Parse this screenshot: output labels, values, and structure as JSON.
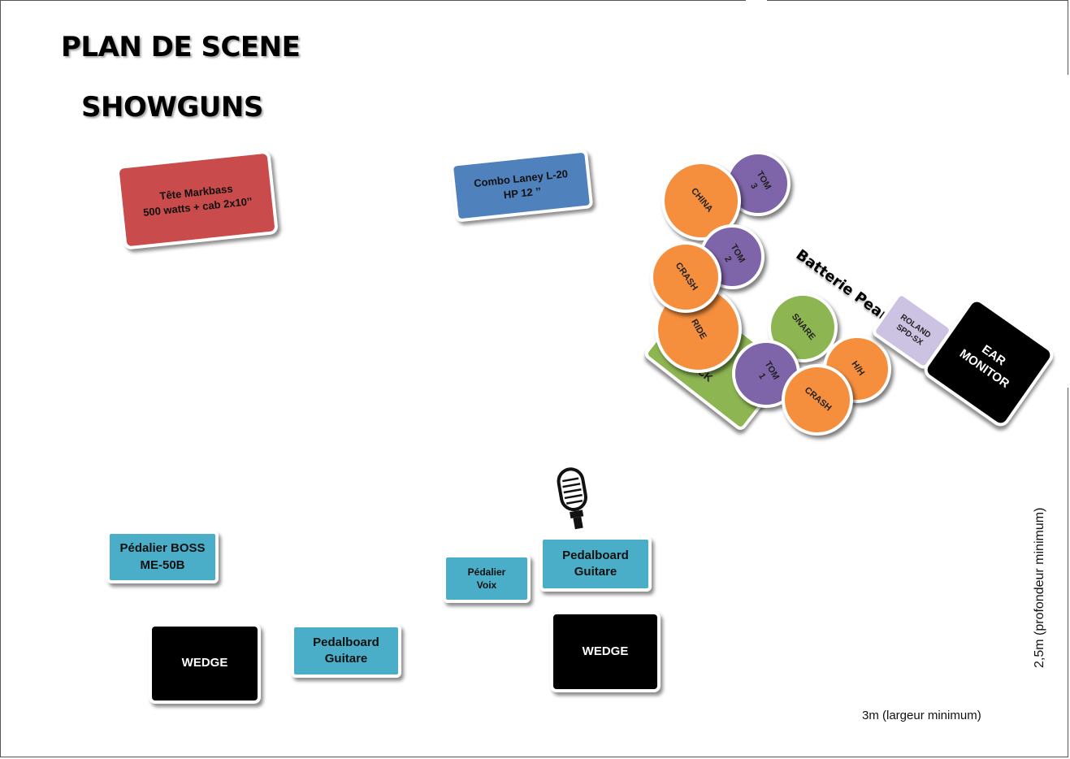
{
  "header": {
    "title": "PLAN DE SCENE",
    "subtitle": "SHOWGUNS"
  },
  "amps": {
    "bass_head": {
      "line1": "Tête Markbass",
      "line2": "500 watts + cab 2x10’’",
      "color": "#c94b4b"
    },
    "combo": {
      "line1": "Combo Laney L-20",
      "line2": "HP 12 ’’",
      "color": "#4f81bd"
    }
  },
  "drums": {
    "label": "Batterie Pearl",
    "kick": "KICK",
    "china": "CHINA",
    "tom3": [
      "TOM",
      "3"
    ],
    "tom2": [
      "TOM",
      "2"
    ],
    "crash1": "CRASH",
    "ride": "RIDE",
    "snare": "SNARE",
    "tom1": [
      "TOM",
      "1"
    ],
    "hh": "H/H",
    "crash2": "CRASH",
    "roland": [
      "ROLAND",
      "SPD-SX"
    ],
    "ear_monitor": [
      "EAR",
      "MONITOR"
    ],
    "colors": {
      "cymbal": "#f58f3e",
      "tom": "#7e64a8",
      "snare": "#8db552",
      "pad": "#ccc3e3"
    }
  },
  "front": {
    "boss": [
      "Pédalier BOSS",
      "ME-50B"
    ],
    "wedge_left": "WEDGE",
    "pedalboard_left": [
      "Pedalboard",
      "Guitare"
    ],
    "pedalier_voix": [
      "Pédalier",
      "Voix"
    ],
    "pedalboard_center": [
      "Pedalboard",
      "Guitare"
    ],
    "wedge_center": "WEDGE",
    "mic_icon": "microphone-icon"
  },
  "dimensions": {
    "depth": "2,5m (profondeur minimum)",
    "width": "3m (largeur minimum)"
  }
}
